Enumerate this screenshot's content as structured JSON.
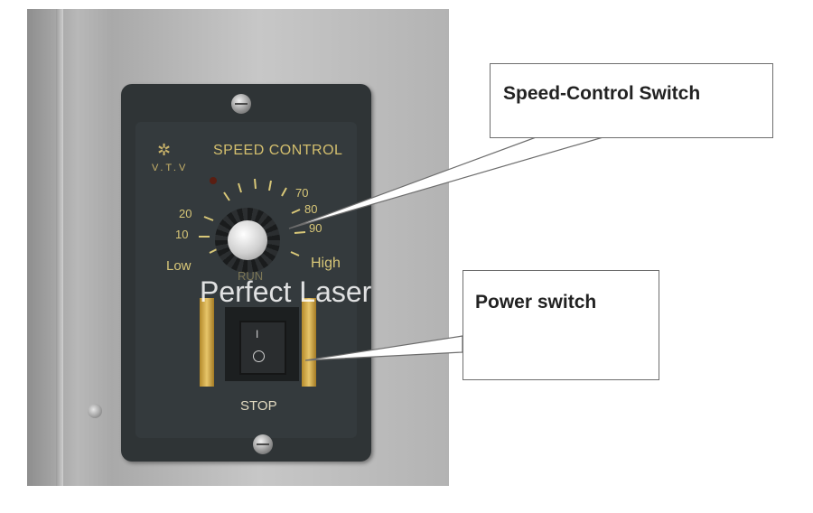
{
  "callouts": {
    "speed": "Speed-Control Switch",
    "power": "Power switch"
  },
  "panel": {
    "brand": "V.T.V",
    "title": "SPEED CONTROL",
    "scale": {
      "s20": "20",
      "s10": "10",
      "s70": "70",
      "s80": "80",
      "s90": "90"
    },
    "low": "Low",
    "high": "High",
    "run": "RUN",
    "rocker_on": "I",
    "stop": "STOP"
  },
  "watermark": "Perfect Laser",
  "colors": {
    "plate": "#2f3436",
    "label_gold": "#d4bf6e",
    "rail_brass": "#e7c56a"
  }
}
